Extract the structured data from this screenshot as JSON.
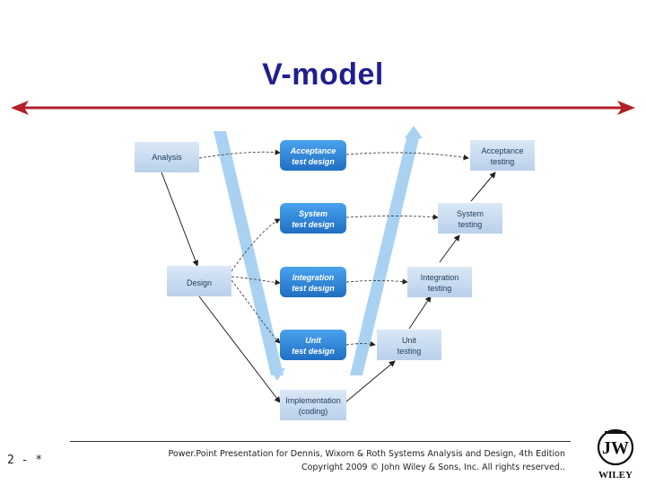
{
  "slide": {
    "title": "V-model",
    "number": "2 - *"
  },
  "footer": {
    "line1": "Power.Point Presentation for Dennis, Wixom & Roth Systems Analysis and Design, 4th Edition",
    "line2": "Copyright 2009 © John Wiley & Sons, Inc.  All rights reserved.."
  },
  "logo": {
    "text": "WILEY"
  },
  "boxes": {
    "analysis": "Analysis",
    "design": "Design",
    "implementation_1": "Implementation",
    "implementation_2": "(coding)",
    "acceptance_test_design_1": "Acceptance",
    "acceptance_test_design_2": "test design",
    "system_test_design_1": "System",
    "system_test_design_2": "test design",
    "integration_test_design_1": "Integration",
    "integration_test_design_2": "test design",
    "unit_test_design_1": "Unit",
    "unit_test_design_2": "test design",
    "acceptance_testing_1": "Acceptance",
    "acceptance_testing_2": "testing",
    "system_testing_1": "System",
    "system_testing_2": "testing",
    "integration_testing_1": "Integration",
    "integration_testing_2": "testing",
    "unit_testing_1": "Unit",
    "unit_testing_2": "testing"
  },
  "colors": {
    "title": "#1f1f8f",
    "arrow": "#b2202a",
    "box_light": "#c9dcf0",
    "box_dark": "#2a86d8",
    "v_band": "#a9d2f2"
  }
}
